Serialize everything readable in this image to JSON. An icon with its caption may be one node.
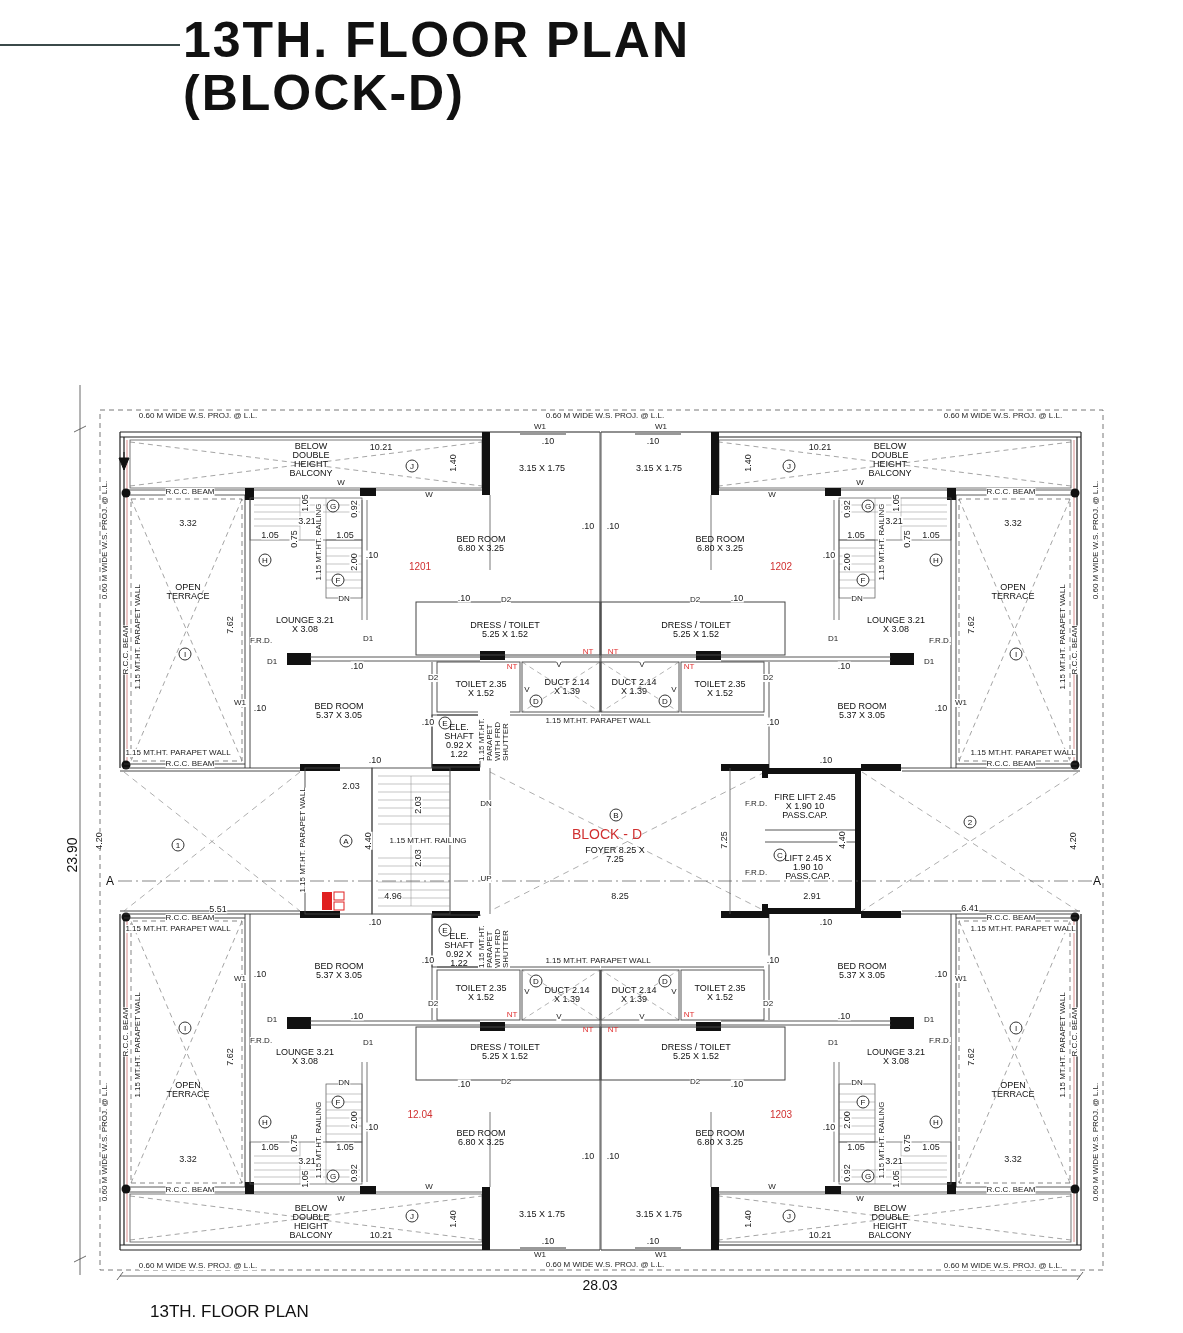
{
  "diagram": {
    "title": "13TH. FLOOR PLAN (BLOCK-D)",
    "caption": "13TH. FLOOR PLAN",
    "labels": [
      "0.60 M WIDE W.S. PROJ. @ L.L.",
      "W1",
      ".10",
      "BELOW DOUBLE HEIGHT BALCONY",
      "10.21",
      "J",
      "1.40",
      "3.15 X 1.75",
      "R.C.C. BEAM",
      "W",
      "W",
      "3.32",
      "1.05",
      "3.21",
      "G",
      "0.92",
      ".10",
      "0.60 M WIDE W.S. PROJ. @ L.L.",
      "1.05",
      "0.75",
      "1.15 MT.HT. RAILING",
      "1.05",
      "BED ROOM 6.80 X 3.25",
      "H",
      "F",
      "2.00",
      ".10",
      "1201",
      "OPEN TERRACE",
      "DN",
      ".10",
      "D2",
      "R.C.C. BEAM",
      "1.15 MT.HT. PARAPET WALL",
      "7.62",
      "F.R.D.",
      "LOUNGE 3.21 X 3.08",
      "D1",
      "DRESS / TOILET 5.25 X 1.52",
      "I",
      "D1",
      ".10",
      "NT",
      "V",
      "NT",
      "W1",
      ".10",
      "BED ROOM 5.37 X 3.05",
      "D2",
      "TOILET 2.35 X 1.52",
      "V",
      "D",
      "DUCT 2.14 X 1.39",
      ".10",
      "1.15 MT.HT. PARAPET WALL",
      "R.C.C. BEAM",
      ".10",
      "0.60 M WIDE W.S. PROJ. @ L.L.",
      ".10",
      "W1",
      "0.60 M WIDE W.S. PROJ. @ L.L.",
      "3.15 X 1.75",
      "1.40",
      "J",
      "10.21",
      "BELOW DOUBLE HEIGHT BALCONY",
      "W",
      "W",
      "R.C.C. BEAM",
      ".10",
      "0.92",
      "G",
      "3.21",
      "1.05",
      "3.32",
      "BED ROOM 6.80 X 3.25",
      "1.05",
      "1.15 MT.HT. RAILING",
      "0.75",
      "1.05",
      "0.60 M WIDE W.S. PROJ. @ L.L.",
      "1202",
      ".10",
      "2.00",
      "F",
      "H",
      "D2",
      ".10",
      "DN",
      "OPEN TERRACE",
      "DRESS / TOILET 5.25 X 1.52",
      "D1",
      "LOUNGE 3.21 X 3.08",
      "F.R.D.",
      "7.62",
      "1.15 MT.HT. PARAPET WALL",
      "R.C.C. BEAM",
      "NT",
      "V",
      "NT",
      ".10",
      "D1",
      "I",
      "DUCT 2.14 X 1.39",
      "D",
      "V",
      "TOILET 2.35 X 1.52",
      "D2",
      "BED ROOM 5.37 X 3.05",
      ".10",
      "W1",
      ".10",
      ".10",
      "R.C.C. BEAM",
      "1.15 MT.HT. PARAPET WALL",
      "E",
      "ELE. SHAFT 0.92 X 1.22",
      "1.15 MT.HT. PARAPET WITH FRD SHUTTER",
      "1.15 MT.HT. PARAPET WALL",
      "2.03",
      "2.03",
      "DN",
      "B",
      "F.R.D.",
      "FIRE LIFT 2.45 X 1.90 10 PASS.CAP.",
      "2",
      "4.20",
      "1",
      "1.15 MT.HT. PARAPET WALL",
      "A",
      "4.40",
      "1.15 MT.HT. RAILING",
      "BLOCK - D",
      "7.25",
      "4.40",
      "4.20",
      "23.90",
      "2.03",
      "FOYER 8.25 X 7.25",
      "C",
      "A",
      "UP",
      "F.R.D.",
      "LIFT 2.45 X 1.90 10 PASS.CAP.",
      "A",
      "4.96",
      "8.25",
      "2.91",
      "5.51",
      "6.41",
      "E",
      "ELE. SHAFT 0.92 X 1.22",
      "1.15 MT.HT. PARAPET WITH FRD SHUTTER",
      "1.15 MT.HT. PARAPET WALL",
      "1.15 MT.HT. PARAPET WALL",
      "R.C.C. BEAM",
      ".10",
      ".10",
      "W1",
      ".10",
      "BED ROOM 5.37 X 3.05",
      "D2",
      "TOILET 2.35 X 1.52",
      "V",
      "D",
      "DUCT 2.14 X 1.39",
      "I",
      "D1",
      ".10",
      "NT",
      "V",
      "NT",
      "R.C.C. BEAM",
      "1.15 MT.HT. PARAPET WALL",
      "7.62",
      "F.R.D.",
      "LOUNGE 3.21 X 3.08",
      "D1",
      "DRESS / TOILET 5.25 X 1.52",
      "OPEN TERRACE",
      "DN",
      ".10",
      "D2",
      "H",
      "F",
      "2.00",
      ".10",
      "12.04",
      "0.60 M WIDE W.S. PROJ. @ L.L.",
      "1.05",
      "0.75",
      "1.15 MT.HT. RAILING",
      "1.05",
      "BED ROOM 6.80 X 3.25",
      "3.32",
      "1.05",
      "3.21",
      "G",
      "0.92",
      ".10",
      "R.C.C. BEAM",
      "W",
      "W",
      "BELOW DOUBLE HEIGHT BALCONY",
      "10.21",
      "J",
      "1.40",
      "3.15 X 1.75",
      "0.60 M WIDE W.S. PROJ. @ L.L.",
      "W1",
      ".10",
      "0.60 M WIDE W.S. PROJ. @ L.L.",
      ".10",
      "R.C.C. BEAM",
      "1.15 MT.HT. PARAPET WALL",
      ".10",
      "DUCT 2.14 X 1.39",
      "D",
      "V",
      "TOILET 2.35 X 1.52",
      "D2",
      "BED ROOM 5.37 X 3.05",
      ".10",
      "W1",
      "NT",
      "V",
      "NT",
      ".10",
      "D1",
      "I",
      "DRESS / TOILET 5.25 X 1.52",
      "D1",
      "LOUNGE 3.21 X 3.08",
      "F.R.D.",
      "7.62",
      "1.15 MT.HT. PARAPET WALL",
      "R.C.C. BEAM",
      "D2",
      ".10",
      "DN",
      "OPEN TERRACE",
      "1203",
      ".10",
      "2.00",
      "F",
      "H",
      "BED ROOM 6.80 X 3.25",
      "1.05",
      "1.15 MT.HT. RAILING",
      "0.75",
      "1.05",
      "0.60 M WIDE W.S. PROJ. @ L.L.",
      ".10",
      "0.92",
      "G",
      "3.21",
      "1.05",
      "3.32",
      "W",
      "W",
      "R.C.C. BEAM",
      "3.15 X 1.75",
      "1.40",
      "J",
      "10.21",
      "BELOW DOUBLE HEIGHT BALCONY",
      ".10",
      "W1",
      "0.60 M WIDE W.S. PROJ. @ L.L.",
      "28.03"
    ]
  }
}
